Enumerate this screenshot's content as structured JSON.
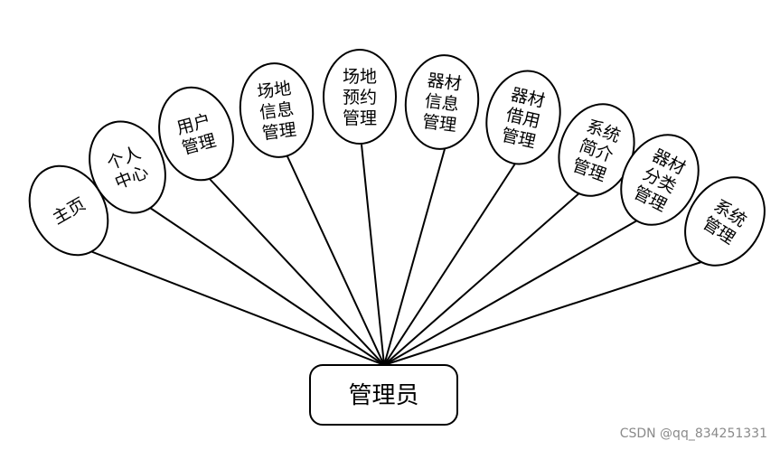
{
  "root": {
    "label": "管理员"
  },
  "nodes": [
    {
      "id": "home",
      "lines": [
        "主页"
      ]
    },
    {
      "id": "personal-center",
      "lines": [
        "个人",
        "中心"
      ]
    },
    {
      "id": "user-management",
      "lines": [
        "用户",
        "管理"
      ]
    },
    {
      "id": "venue-info-management",
      "lines": [
        "场地",
        "信息",
        "管理"
      ]
    },
    {
      "id": "venue-booking-management",
      "lines": [
        "场地",
        "预约",
        "管理"
      ]
    },
    {
      "id": "equipment-info-management",
      "lines": [
        "器材",
        "信息",
        "管理"
      ]
    },
    {
      "id": "equipment-borrow-management",
      "lines": [
        "器材",
        "借用",
        "管理"
      ]
    },
    {
      "id": "system-intro-management",
      "lines": [
        "系统",
        "简介",
        "管理"
      ]
    },
    {
      "id": "equipment-category-management",
      "lines": [
        "器材",
        "分类",
        "管理"
      ]
    },
    {
      "id": "system-management",
      "lines": [
        "系统",
        "管理"
      ]
    }
  ],
  "watermark": "CSDN @qq_834251331"
}
